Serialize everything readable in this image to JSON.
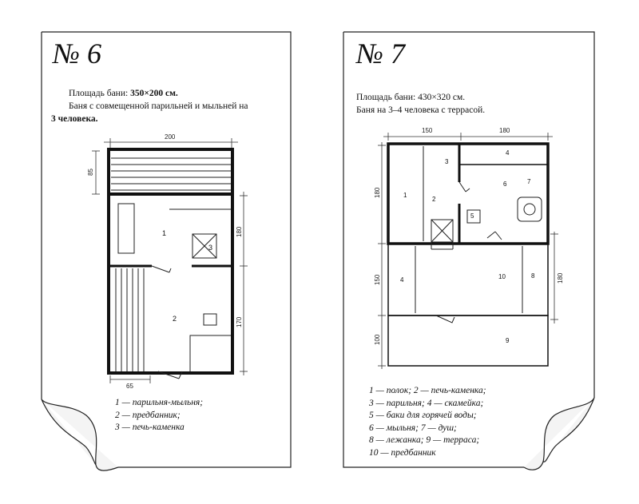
{
  "pages": [
    {
      "number": "№ 6",
      "area_label": "Площадь бани: ",
      "area_value": "350×200 см.",
      "description_line1": "Баня с совмещенной парильней и мыльней на",
      "description_line2": "3 человека.",
      "dimensions": {
        "top": "200",
        "left_top": "85",
        "right_upper": "180",
        "right_lower": "170",
        "bottom": "65"
      },
      "room_numbers": {
        "r1": "1",
        "r2": "2",
        "r3": "3"
      },
      "legend": [
        "1 — парильня-мыльня;",
        "2 — предбанник;",
        "3 — печь-каменка"
      ]
    },
    {
      "number": "№ 7",
      "area_label": "Площадь бани: ",
      "area_value": "430×320 см.",
      "description_line1": "Баня на 3–4 человека с террасой.",
      "dimensions": {
        "top_left": "150",
        "top_right": "180",
        "left_upper": "180",
        "left_middle": "150",
        "left_lower": "100",
        "right": "180"
      },
      "room_numbers": {
        "r1": "1",
        "r2": "2",
        "r3": "3",
        "r4": "4",
        "r5": "5",
        "r6": "6",
        "r7": "7",
        "r8": "8",
        "r9": "9",
        "r10": "10"
      },
      "legend": [
        "1 — полок; 2 — печь-каменка;",
        "3 — парильня; 4 — скамейка;",
        "5 — баки для горячей воды;",
        "6 — мыльня; 7 — душ;",
        "8 — лежанка; 9 — терраса;",
        "10 — предбанник"
      ]
    }
  ]
}
